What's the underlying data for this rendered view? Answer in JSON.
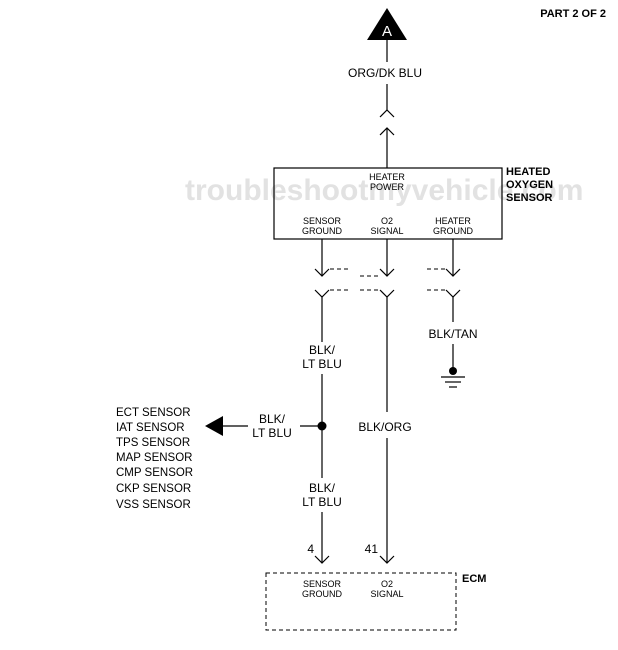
{
  "header": {
    "part_label": "PART 2 OF 2"
  },
  "watermark": "troubleshootmyvehicle.com",
  "connector_a": {
    "letter": "A"
  },
  "wires": {
    "top": "ORG/DK BLU",
    "sensor_ground_upper_1": "BLK/",
    "sensor_ground_upper_2": "LT BLU",
    "splice_branch_1": "BLK/",
    "splice_branch_2": "LT BLU",
    "sensor_ground_lower_1": "BLK/",
    "sensor_ground_lower_2": "LT BLU",
    "o2_signal": "BLK/ORG",
    "heater_ground": "BLK/TAN"
  },
  "heated_oxygen_sensor": {
    "name_line1": "HEATED",
    "name_line2": "OXYGEN",
    "name_line3": "SENSOR",
    "heater_power_1": "HEATER",
    "heater_power_2": "POWER",
    "sensor_ground_1": "SENSOR",
    "sensor_ground_2": "GROUND",
    "o2_signal_1": "O2",
    "o2_signal_2": "SIGNAL",
    "heater_ground_1": "HEATER",
    "heater_ground_2": "GROUND"
  },
  "ecm": {
    "name": "ECM",
    "pin_sensor_ground": "4",
    "pin_o2_signal": "41",
    "sensor_ground_1": "SENSOR",
    "sensor_ground_2": "GROUND",
    "o2_signal_1": "O2",
    "o2_signal_2": "SIGNAL"
  },
  "shared_sensors": [
    "ECT SENSOR",
    "IAT SENSOR",
    "TPS SENSOR",
    "MAP SENSOR",
    "CMP SENSOR",
    "CKP SENSOR",
    "VSS SENSOR"
  ]
}
